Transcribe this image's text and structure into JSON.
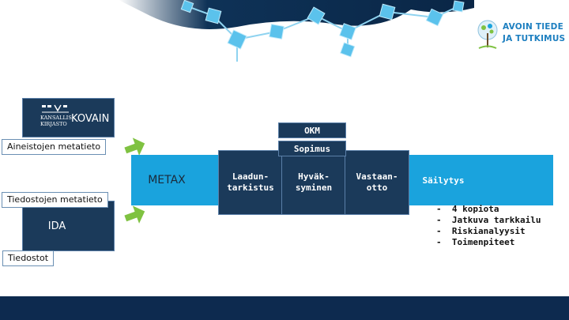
{
  "logo": {
    "line1": "AVOIN TIEDE",
    "line2": "JA TUTKIMUS"
  },
  "kk_logo": {
    "line1": "KANSALLIS",
    "line2": "KIRJASTO"
  },
  "diagram": {
    "kovain": "KOVAIN",
    "aineistojen": "Aineistojen metatieto",
    "metax": "METAX",
    "tiedostojen": "Tiedostojen metatieto",
    "ida": "IDA",
    "tiedostot": "Tiedostot",
    "okm": "OKM",
    "sopimus": "Sopimus",
    "laadun_1": "Laadun-",
    "laadun_2": "tarkistus",
    "hyvak_1": "Hyväk-",
    "hyvak_2": "syminen",
    "vast_1": "Vastaan-",
    "vast_2": "otto",
    "sailytys": "Säilytys",
    "list": [
      "4 kopiota",
      "Jatkuva tarkkailu",
      "Riskianalyysit",
      "Toimenpiteet"
    ]
  },
  "colors": {
    "cyan": "#1aa3dd",
    "dark": "#1b3a5a",
    "green": "#7fc241",
    "footer": "#0d2a4f"
  }
}
